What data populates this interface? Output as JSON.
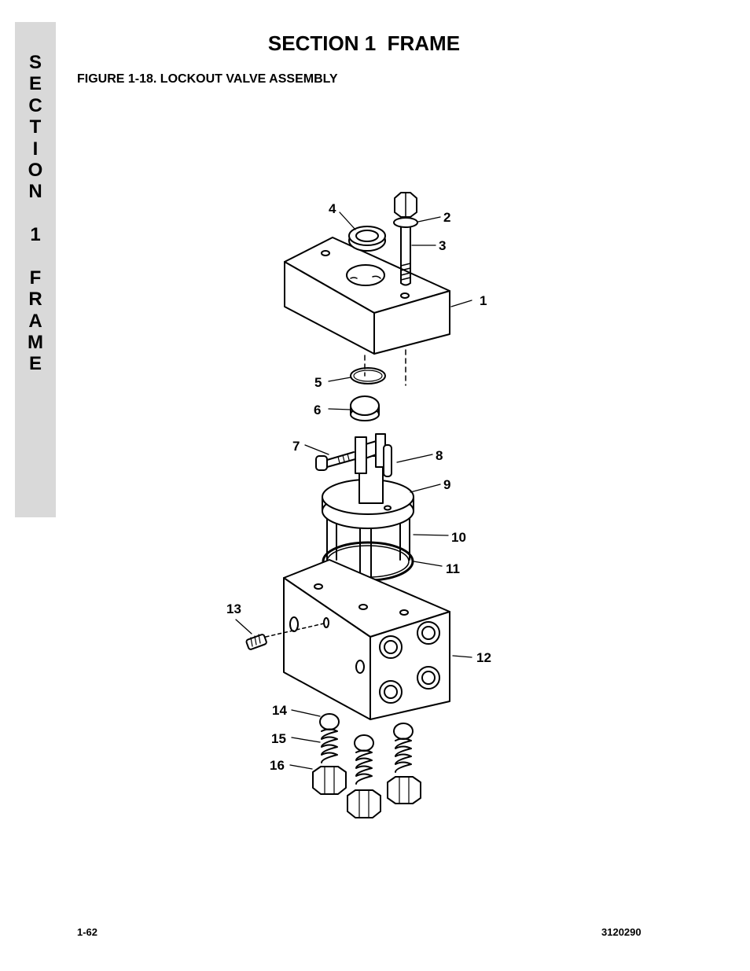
{
  "side_tab": {
    "letters": [
      "S",
      "E",
      "C",
      "T",
      "I",
      "O",
      "N",
      "",
      "1",
      "",
      "F",
      "R",
      "A",
      "M",
      "E"
    ]
  },
  "header": {
    "section_title": "SECTION 1  FRAME",
    "figure_title": "FIGURE 1-18.  LOCKOUT VALVE ASSEMBLY"
  },
  "callouts": [
    "1",
    "2",
    "3",
    "4",
    "5",
    "6",
    "7",
    "8",
    "9",
    "10",
    "11",
    "12",
    "13",
    "14",
    "15",
    "16"
  ],
  "footer": {
    "page_number": "1-62",
    "doc_number": "3120290"
  }
}
